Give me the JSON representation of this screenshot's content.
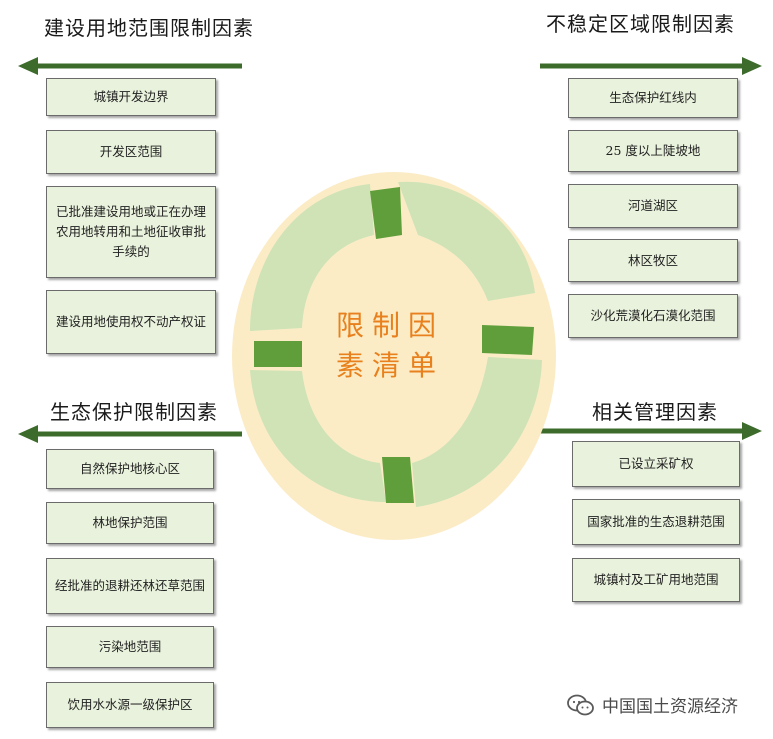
{
  "sections": {
    "construction": {
      "title": "建设用地范围限制因素",
      "items": [
        "城镇开发边界",
        "开发区范围",
        "已批准建设用地或正在办理农用地转用和土地征收审批手续的",
        "建设用地使用权不动产权证"
      ]
    },
    "unstable": {
      "title": "不稳定区域限制因素",
      "items": [
        "生态保护红线内",
        "25 度以上陡坡地",
        "河道湖区",
        "林区牧区",
        "沙化荒漠化石漠化范围"
      ]
    },
    "ecology": {
      "title": "生态保护限制因素",
      "items": [
        "自然保护地核心区",
        "林地保护范围",
        "经批准的退耕还林还草范围",
        "污染地范围",
        "饮用水水源一级保护区"
      ]
    },
    "management": {
      "title": "相关管理因素",
      "items": [
        "已设立采矿权",
        "国家批准的生态退耕范围",
        "城镇村及工矿用地范围"
      ]
    }
  },
  "center": {
    "line1": "限制因",
    "line2": "素清单"
  },
  "watermark": {
    "text": "中国国土资源经济",
    "icon": "wechat-icon"
  },
  "colors": {
    "arrow": "#3c6b2c",
    "box_fill": "#e9f2dc",
    "ellipse_fill": "#fbecc6",
    "ring_light": "#cfe3b6",
    "ring_dark": "#5f9e3a",
    "center_text": "#e8811d"
  }
}
